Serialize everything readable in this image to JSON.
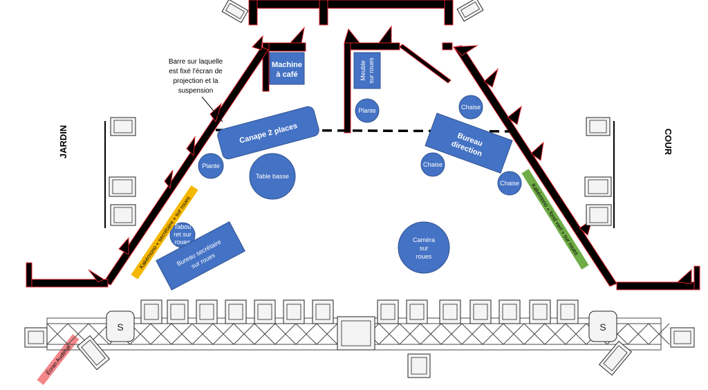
{
  "stage_sides": {
    "left": "JARDIN",
    "right": "COUR"
  },
  "annotation": [
    "Barre sur laquelle",
    "est fixé l'écran de",
    "projection et la",
    "suspension"
  ],
  "furniture": {
    "machine_cafe": [
      "Machine",
      "à café"
    ],
    "meuble_roues": [
      "Meuble",
      "sur roues"
    ],
    "canape": "Canape 2 places",
    "bureau_direction": [
      "Bureau",
      "direction"
    ],
    "table_basse": "Table basse",
    "bureau_secretaire": [
      "Bureau secrétaire",
      "sur roues"
    ],
    "tabouret": [
      "Tabou",
      "ret sur",
      "roues"
    ],
    "camera": [
      "Caméra",
      "sur",
      "roues"
    ],
    "plante_center": "Plante",
    "plante_left": "Plante",
    "chaise_top": "Chaise",
    "chaise_mid": "Chaise",
    "chaise_right": "Chaise"
  },
  "banners": {
    "kakemono_secretaire": "Kakémono « secrétaire » sur roues",
    "kakemono_fond_vert": "Kakémono « fond vert » sur roues",
    "ecran_audimat": "Écran Audimat"
  },
  "colors": {
    "furniture_blue": "#4472c4",
    "banner_yellow": "#f5b800",
    "banner_green": "#70ad47",
    "banner_pink": "#f4868a",
    "wall": "#000000",
    "wall_outline": "#e0202a"
  }
}
